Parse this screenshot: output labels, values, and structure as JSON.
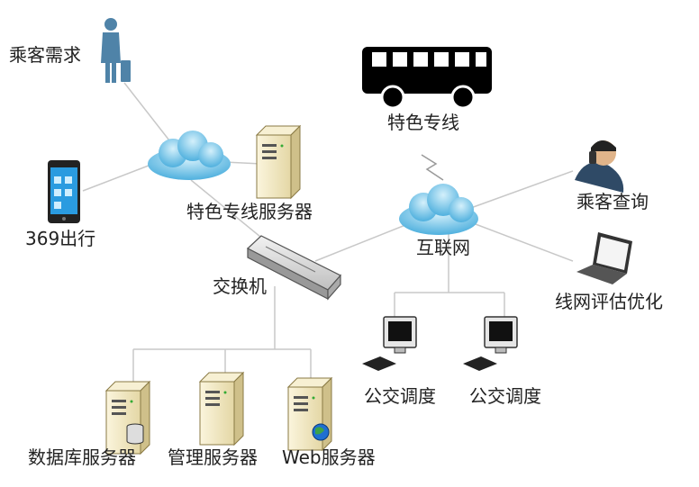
{
  "labels": {
    "passenger_demand": "乘客需求",
    "app_369": "369出行",
    "special_line_server": "特色专线服务器",
    "special_line": "特色专线",
    "internet": "互联网",
    "passenger_query": "乘客查询",
    "line_network_eval": "线网评估优化",
    "switch": "交换机",
    "dispatch_1": "公交调度",
    "dispatch_2": "公交调度",
    "db_server": "数据库服务器",
    "mgmt_server": "管理服务器",
    "web_server": "Web服务器"
  },
  "colors": {
    "cloud": "#79c6ea",
    "server_body": "#f2e8c4",
    "line": "#c8c8c8",
    "bus": "#000000",
    "monitor": "#d9d9d9"
  },
  "icons": [
    "traveler-icon",
    "phone-icon",
    "cloud-icon",
    "server-icon",
    "bus-icon",
    "person-phone-icon",
    "laptop-icon",
    "switch-icon",
    "computer-icon",
    "database-icon",
    "globe-icon"
  ]
}
